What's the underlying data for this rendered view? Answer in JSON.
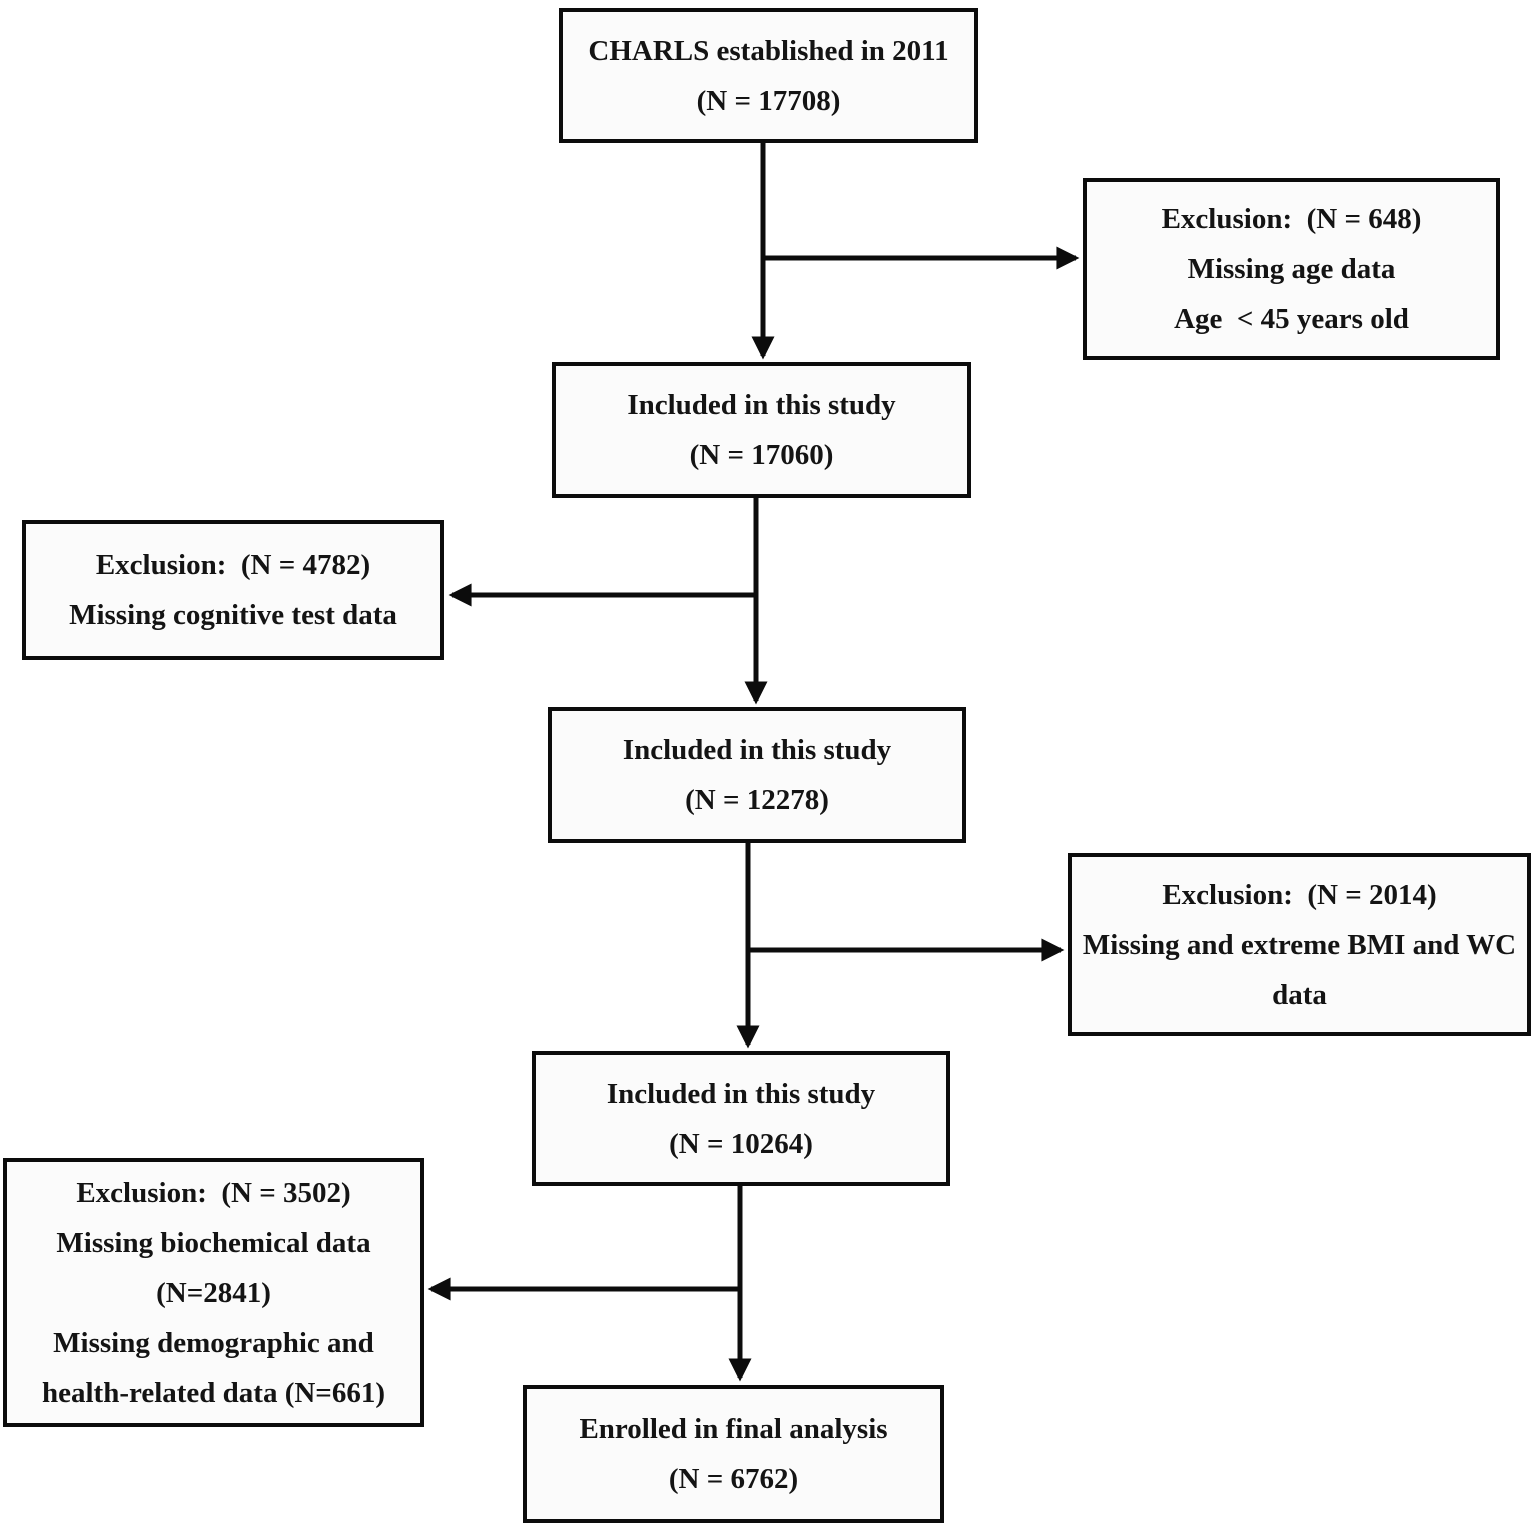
{
  "page": {
    "background": "#ffffff",
    "box_fill": "#fbfbfb",
    "box_border": "#0c0c0c",
    "text_color": "#141414"
  },
  "nodes": {
    "charls_2011": {
      "lines": [
        "CHARLS established in 2011",
        "(N = 17708)"
      ]
    },
    "exclusion_age": {
      "lines": [
        "Exclusion:  (N = 648)",
        "Missing age data",
        "Age  < 45 years old"
      ]
    },
    "included_17060": {
      "lines": [
        "Included in this study",
        "(N = 17060)"
      ]
    },
    "exclusion_cognitive": {
      "lines": [
        "Exclusion:  (N = 4782)",
        "Missing cognitive test data"
      ]
    },
    "included_12278": {
      "lines": [
        "Included in this study",
        "(N = 12278)"
      ]
    },
    "exclusion_bmi_wc": {
      "lines": [
        "Exclusion:  (N = 2014)",
        "Missing and extreme BMI and WC",
        "data"
      ]
    },
    "included_10264": {
      "lines": [
        "Included in this study",
        "(N = 10264)"
      ]
    },
    "exclusion_biochem": {
      "lines": [
        "Exclusion:  (N = 3502)",
        "Missing biochemical data",
        "(N=2841)",
        "Missing demographic and",
        "health-related data (N=661)"
      ]
    },
    "final_analysis": {
      "lines": [
        "Enrolled in final analysis",
        "(N = 6762)"
      ]
    }
  },
  "edges": [
    {
      "from": "charls_2011",
      "to": "included_17060"
    },
    {
      "from": "charls_2011",
      "to": "exclusion_age"
    },
    {
      "from": "included_17060",
      "to": "included_12278"
    },
    {
      "from": "included_17060",
      "to": "exclusion_cognitive"
    },
    {
      "from": "included_12278",
      "to": "included_10264"
    },
    {
      "from": "included_12278",
      "to": "exclusion_bmi_wc"
    },
    {
      "from": "included_10264",
      "to": "final_analysis"
    },
    {
      "from": "included_10264",
      "to": "exclusion_biochem"
    }
  ]
}
